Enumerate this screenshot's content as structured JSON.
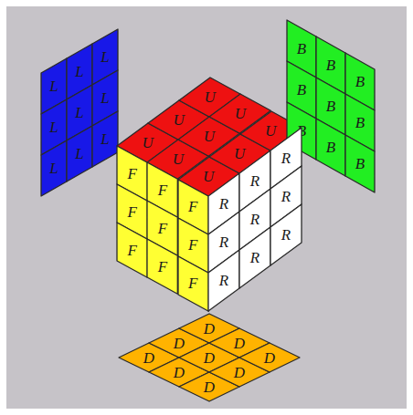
{
  "diagram": {
    "nodes": [
      {
        "text": [
          "L"
        ]
      },
      {
        "text": [
          "L"
        ]
      },
      {
        "text": [
          "L"
        ]
      },
      {
        "text": [
          "L"
        ]
      },
      {
        "text": [
          "L"
        ]
      },
      {
        "text": [
          "L"
        ]
      },
      {
        "text": [
          "L"
        ]
      },
      {
        "text": [
          "L"
        ]
      },
      {
        "text": [
          "L"
        ]
      },
      {
        "text": [
          "U"
        ]
      },
      {
        "text": [
          "U"
        ]
      },
      {
        "text": [
          "U"
        ]
      },
      {
        "text": [
          "U"
        ]
      },
      {
        "text": [
          "U"
        ]
      },
      {
        "text": [
          "U"
        ]
      },
      {
        "text": [
          "U"
        ]
      },
      {
        "text": [
          "U"
        ]
      },
      {
        "text": [
          "U"
        ]
      },
      {
        "text": [
          "B"
        ]
      },
      {
        "text": [
          "B"
        ]
      },
      {
        "text": [
          "B"
        ]
      },
      {
        "text": [
          "B"
        ]
      },
      {
        "text": [
          "B"
        ]
      },
      {
        "text": [
          "B"
        ]
      },
      {
        "text": [
          "B"
        ]
      },
      {
        "text": [
          "B"
        ]
      },
      {
        "text": [
          "B"
        ]
      },
      {
        "text": [
          "F"
        ]
      },
      {
        "text": [
          "F"
        ]
      },
      {
        "text": [
          "F"
        ]
      },
      {
        "text": [
          "F"
        ]
      },
      {
        "text": [
          "F"
        ]
      },
      {
        "text": [
          "F"
        ]
      },
      {
        "text": [
          "F"
        ]
      },
      {
        "text": [
          "F"
        ]
      },
      {
        "text": [
          "F"
        ]
      },
      {
        "text": [
          "R"
        ]
      },
      {
        "text": [
          "R"
        ]
      },
      {
        "text": [
          "R"
        ]
      },
      {
        "text": [
          "R"
        ]
      },
      {
        "text": [
          "R"
        ]
      },
      {
        "text": [
          "R"
        ]
      },
      {
        "text": [
          "R"
        ]
      },
      {
        "text": [
          "R"
        ]
      },
      {
        "text": [
          "R"
        ]
      },
      {
        "text": [
          "D"
        ]
      },
      {
        "text": [
          "D"
        ]
      },
      {
        "text": [
          "D"
        ]
      },
      {
        "text": [
          "D"
        ]
      },
      {
        "text": [
          "D"
        ]
      },
      {
        "text": [
          "D"
        ]
      },
      {
        "text": [
          "D"
        ]
      },
      {
        "text": [
          "D"
        ]
      },
      {
        "text": [
          "D"
        ]
      }
    ]
  }
}
